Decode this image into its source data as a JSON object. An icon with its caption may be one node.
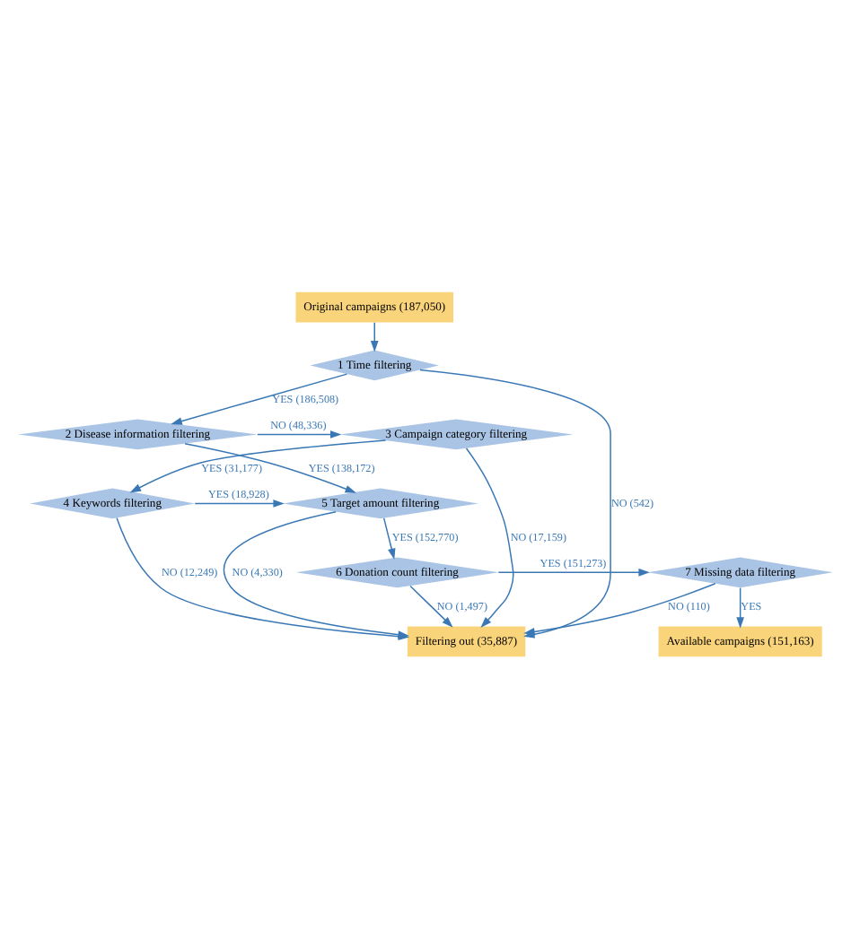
{
  "diagram": {
    "nodes": [
      {
        "text": [
          "Original campaigns (187,050)"
        ]
      },
      {
        "text": [
          "1 Time filtering"
        ]
      },
      {
        "text": [
          "2 Disease information filtering"
        ]
      },
      {
        "text": [
          "3 Campaign category filtering"
        ]
      },
      {
        "text": [
          "4 Keywords filtering"
        ]
      },
      {
        "text": [
          "5 Target amount filtering"
        ]
      },
      {
        "text": [
          "6 Donation count filtering"
        ]
      },
      {
        "text": [
          "7 Missing data filtering"
        ]
      },
      {
        "text": [
          "Filtering out (35,887)"
        ]
      },
      {
        "text": [
          "Available campaigns (151,163)"
        ]
      }
    ],
    "edges": [
      {
        "from": 0,
        "to": 1,
        "arrow": "to"
      },
      {
        "from": 1,
        "to": 8,
        "arrow": "to",
        "label": "NO (542)"
      },
      {
        "from": 1,
        "to": 2,
        "arrow": "to",
        "label": "YES (186,508)"
      },
      {
        "from": 2,
        "to": 3,
        "arrow": "to",
        "label": "NO (48,336)"
      },
      {
        "from": 3,
        "to": 8,
        "arrow": "to",
        "label": "NO (17,159)"
      },
      {
        "from": 2,
        "to": 5,
        "arrow": "to",
        "label": "YES (138,172)"
      },
      {
        "from": 3,
        "to": 4,
        "arrow": "to",
        "label": "YES (31,177)"
      },
      {
        "from": 4,
        "to": 5,
        "arrow": "to",
        "label": "YES (18,928)"
      },
      {
        "from": 4,
        "to": 8,
        "arrow": "to",
        "label": "NO (12,249)"
      },
      {
        "from": 5,
        "to": 6,
        "arrow": "to",
        "label": "YES (152,770)"
      },
      {
        "from": 5,
        "to": 8,
        "arrow": "to",
        "label": "NO (4,330)"
      },
      {
        "from": 6,
        "to": 8,
        "arrow": "to",
        "label": "NO (1,497)"
      },
      {
        "from": 6,
        "to": 7,
        "arrow": "to",
        "label": "YES (151,273)"
      },
      {
        "from": 7,
        "to": 8,
        "arrow": "to",
        "label": "NO (110)"
      },
      {
        "from": 7,
        "to": 9,
        "arrow": "to",
        "label": "YES"
      }
    ]
  }
}
